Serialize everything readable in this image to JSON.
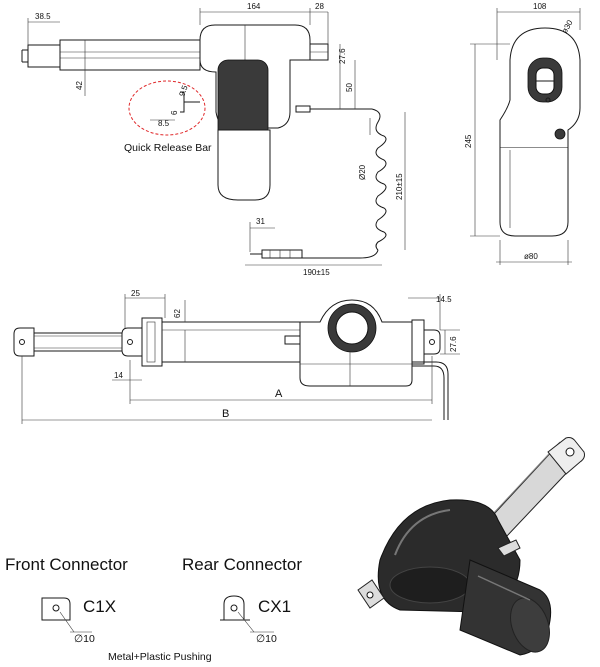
{
  "top_view": {
    "dims": {
      "d_38_5": "38.5",
      "d_164": "164",
      "d_28": "28",
      "d_27_6": "27.6",
      "d_42": "42",
      "d_50": "50",
      "d_8_5": "8.5",
      "d_6": "6",
      "d_9_5": "9.5",
      "d_phi20": "Ø20",
      "d_210": "210±15",
      "d_31": "31",
      "d_190": "190±15"
    },
    "release_label": "Quick Release Bar"
  },
  "side_view": {
    "dims": {
      "d_108": "108",
      "d_phi30": "ø30",
      "d_245": "245",
      "d_phi80": "ø80"
    }
  },
  "front_view": {
    "dims": {
      "d_25": "25",
      "d_62": "62",
      "d_14_5": "14.5",
      "d_27_6": "27.6",
      "d_14": "14",
      "d_A": "A",
      "d_B": "B"
    }
  },
  "connectors": {
    "front_title": "Front Connector",
    "rear_title": "Rear Connector",
    "front_code": "C1X",
    "rear_code": "CX1",
    "front_dia": "∅10",
    "rear_dia": "∅10",
    "material": "Metal+Plastic Pushing"
  }
}
